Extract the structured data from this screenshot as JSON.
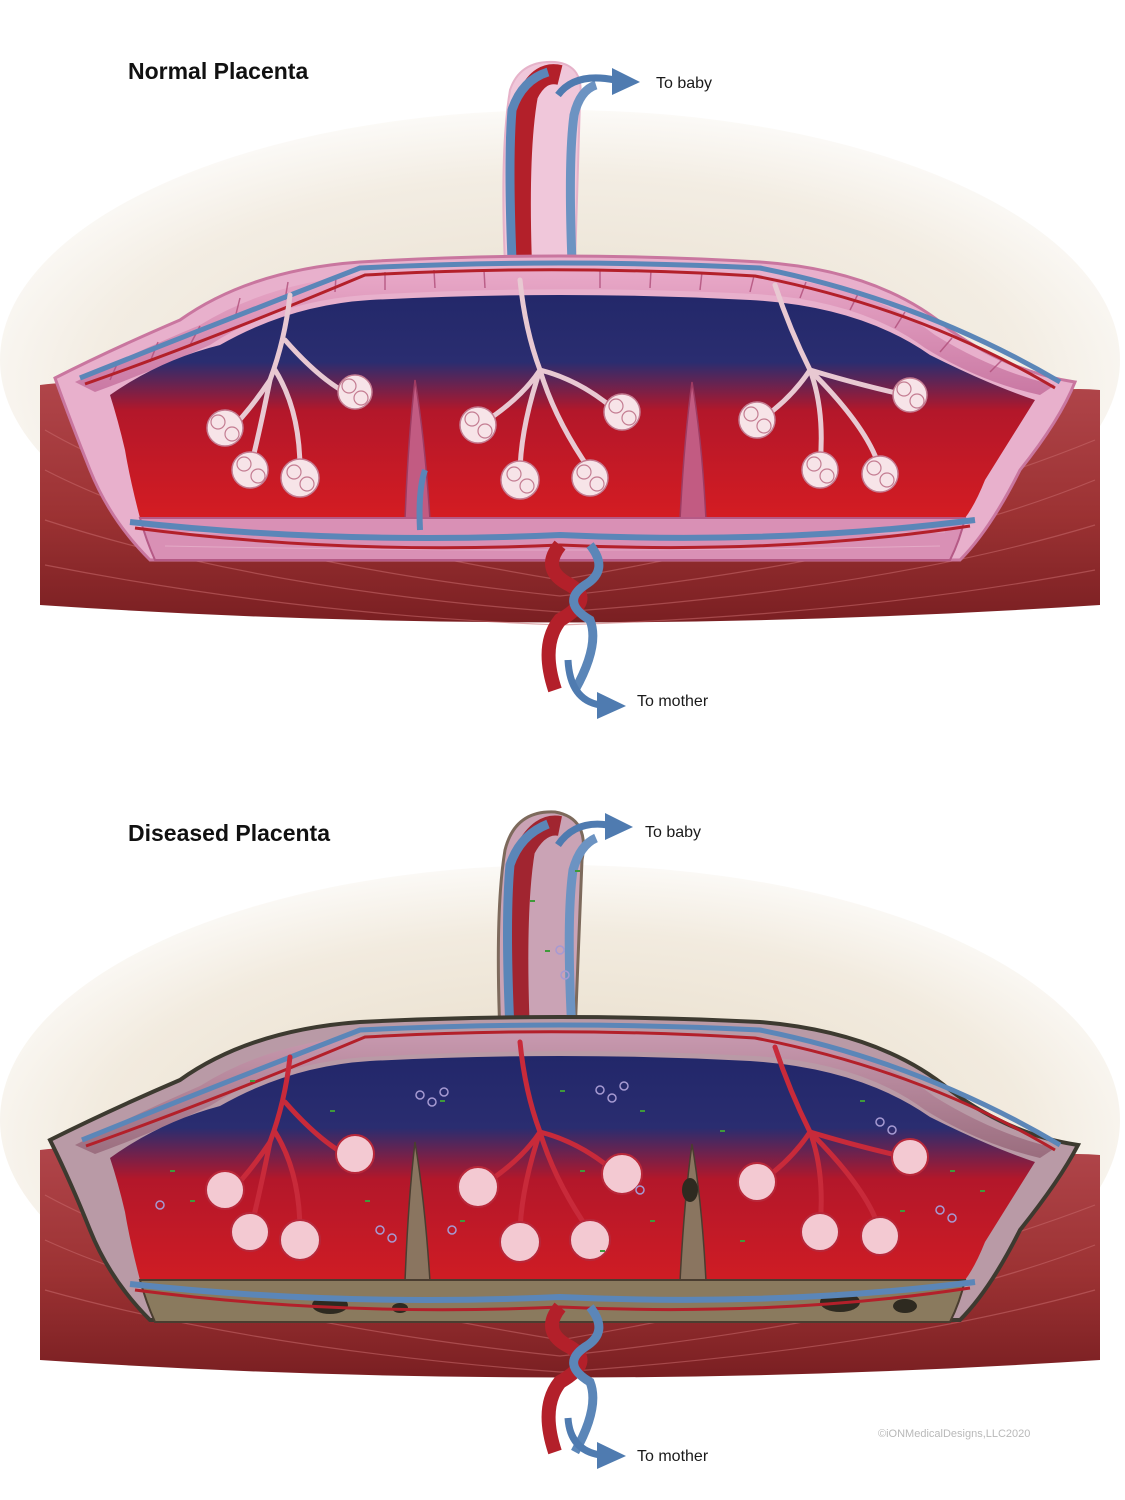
{
  "panels": {
    "normal": {
      "title": "Normal Placenta",
      "to_baby": "To baby",
      "to_mother": "To mother"
    },
    "diseased": {
      "title": "Diseased Placenta",
      "to_baby": "To baby",
      "to_mother": "To mother"
    }
  },
  "credit": "©iONMedicalDesigns,LLC2020",
  "colors": {
    "muscle": "#9c3233",
    "muscle_dark": "#7a1f22",
    "membrane": "#d88ab0",
    "membrane_light": "#efc2d8",
    "blood_red": "#c4161f",
    "blood_deep_blue": "#262a6b",
    "vein_blue": "#5b86b8",
    "artery_red": "#b3202a",
    "arrow_blue": "#4f7bb0",
    "villi_white": "#f7e4e8",
    "infection_green": "#3f9a3a",
    "infection_lilac": "#9b92c8"
  }
}
